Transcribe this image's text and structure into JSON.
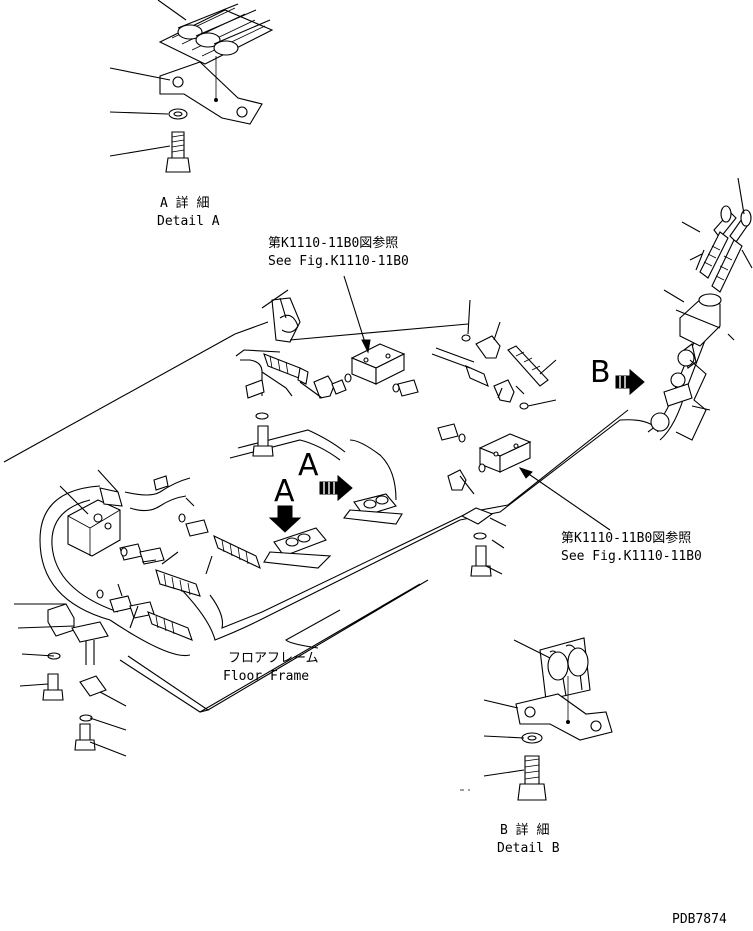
{
  "detail_a": {
    "title_jp": "A 詳 細",
    "title_en": "Detail A"
  },
  "detail_b": {
    "title_jp": "B 詳 細",
    "title_en": "Detail B"
  },
  "ref_top": {
    "jp": "第K1110-11B0図参照",
    "en": "See Fig.K1110-11B0"
  },
  "ref_right": {
    "jp": "第K1110-11B0図参照",
    "en": "See Fig.K1110-11B0"
  },
  "floor_frame": {
    "jp": "フロアフレーム",
    "en": "Floor Frame"
  },
  "view_letters": {
    "a1": "A",
    "a2": "A",
    "b": "B"
  },
  "drawing_code": "PDB7874"
}
